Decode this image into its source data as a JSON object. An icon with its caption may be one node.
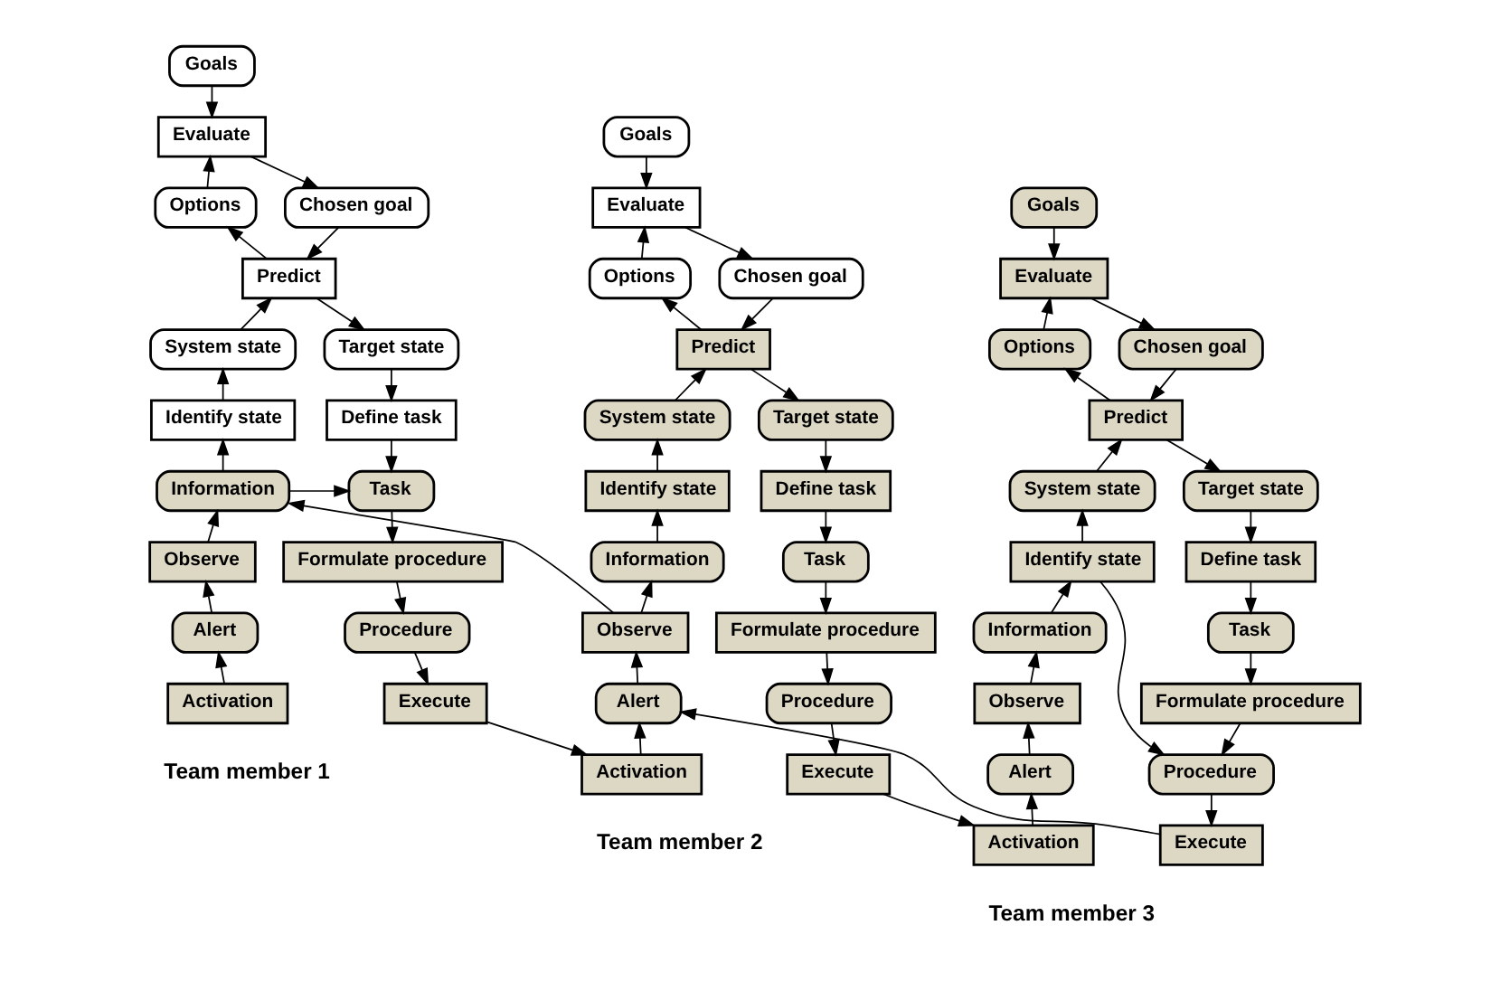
{
  "diagram": {
    "nodes": [
      {
        "text": [
          "Goals"
        ]
      },
      {
        "text": [
          "Evaluate"
        ]
      },
      {
        "text": [
          "Options"
        ]
      },
      {
        "text": [
          "Chosen goal"
        ]
      },
      {
        "text": [
          "Predict"
        ]
      },
      {
        "text": [
          "System state"
        ]
      },
      {
        "text": [
          "Target state"
        ]
      },
      {
        "text": [
          "Identify state"
        ]
      },
      {
        "text": [
          "Define task"
        ]
      },
      {
        "text": [
          "Information"
        ]
      },
      {
        "text": [
          "Task"
        ]
      },
      {
        "text": [
          "Observe"
        ]
      },
      {
        "text": [
          "Formulate procedure"
        ]
      },
      {
        "text": [
          "Alert"
        ]
      },
      {
        "text": [
          "Procedure"
        ]
      },
      {
        "text": [
          "Activation"
        ]
      },
      {
        "text": [
          "Execute"
        ]
      },
      {
        "text": [
          "Goals"
        ]
      },
      {
        "text": [
          "Evaluate"
        ]
      },
      {
        "text": [
          "Options"
        ]
      },
      {
        "text": [
          "Chosen goal"
        ]
      },
      {
        "text": [
          "Predict"
        ]
      },
      {
        "text": [
          "System state"
        ]
      },
      {
        "text": [
          "Target state"
        ]
      },
      {
        "text": [
          "Identify state"
        ]
      },
      {
        "text": [
          "Define task"
        ]
      },
      {
        "text": [
          "Information"
        ]
      },
      {
        "text": [
          "Task"
        ]
      },
      {
        "text": [
          "Observe"
        ]
      },
      {
        "text": [
          "Formulate procedure"
        ]
      },
      {
        "text": [
          "Alert"
        ]
      },
      {
        "text": [
          "Procedure"
        ]
      },
      {
        "text": [
          "Activation"
        ]
      },
      {
        "text": [
          "Execute"
        ]
      },
      {
        "text": [
          "Goals"
        ]
      },
      {
        "text": [
          "Evaluate"
        ]
      },
      {
        "text": [
          "Options"
        ]
      },
      {
        "text": [
          "Chosen goal"
        ]
      },
      {
        "text": [
          "Predict"
        ]
      },
      {
        "text": [
          "System state"
        ]
      },
      {
        "text": [
          "Target state"
        ]
      },
      {
        "text": [
          "Identify state"
        ]
      },
      {
        "text": [
          "Define task"
        ]
      },
      {
        "text": [
          "Information"
        ]
      },
      {
        "text": [
          "Task"
        ]
      },
      {
        "text": [
          "Observe"
        ]
      },
      {
        "text": [
          "Formulate procedure"
        ]
      },
      {
        "text": [
          "Alert"
        ]
      },
      {
        "text": [
          "Procedure"
        ]
      },
      {
        "text": [
          "Activation"
        ]
      },
      {
        "text": [
          "Execute"
        ]
      }
    ],
    "edges": [
      {
        "from": 0,
        "to": 1,
        "arrow": "to"
      },
      {
        "from": 2,
        "to": 1,
        "arrow": "to"
      },
      {
        "from": 1,
        "to": 3,
        "arrow": "to"
      },
      {
        "from": 3,
        "to": 4,
        "arrow": "to"
      },
      {
        "from": 4,
        "to": 2,
        "arrow": "to"
      },
      {
        "from": 5,
        "to": 4,
        "arrow": "to"
      },
      {
        "from": 4,
        "to": 6,
        "arrow": "to"
      },
      {
        "from": 7,
        "to": 5,
        "arrow": "to"
      },
      {
        "from": 6,
        "to": 8,
        "arrow": "to"
      },
      {
        "from": 9,
        "to": 7,
        "arrow": "to"
      },
      {
        "from": 8,
        "to": 10,
        "arrow": "to"
      },
      {
        "from": 9,
        "to": 10,
        "arrow": "to"
      },
      {
        "from": 11,
        "to": 9,
        "arrow": "to"
      },
      {
        "from": 10,
        "to": 12,
        "arrow": "to"
      },
      {
        "from": 13,
        "to": 11,
        "arrow": "to"
      },
      {
        "from": 12,
        "to": 14,
        "arrow": "to"
      },
      {
        "from": 15,
        "to": 13,
        "arrow": "to"
      },
      {
        "from": 14,
        "to": 16,
        "arrow": "to"
      },
      {
        "from": 17,
        "to": 18,
        "arrow": "to"
      },
      {
        "from": 19,
        "to": 18,
        "arrow": "to"
      },
      {
        "from": 18,
        "to": 20,
        "arrow": "to"
      },
      {
        "from": 20,
        "to": 21,
        "arrow": "to"
      },
      {
        "from": 21,
        "to": 19,
        "arrow": "to"
      },
      {
        "from": 22,
        "to": 21,
        "arrow": "to"
      },
      {
        "from": 21,
        "to": 23,
        "arrow": "to"
      },
      {
        "from": 24,
        "to": 22,
        "arrow": "to"
      },
      {
        "from": 23,
        "to": 25,
        "arrow": "to"
      },
      {
        "from": 26,
        "to": 24,
        "arrow": "to"
      },
      {
        "from": 25,
        "to": 27,
        "arrow": "to"
      },
      {
        "from": 28,
        "to": 26,
        "arrow": "to"
      },
      {
        "from": 27,
        "to": 29,
        "arrow": "to"
      },
      {
        "from": 30,
        "to": 28,
        "arrow": "to"
      },
      {
        "from": 29,
        "to": 31,
        "arrow": "to"
      },
      {
        "from": 32,
        "to": 30,
        "arrow": "to"
      },
      {
        "from": 31,
        "to": 33,
        "arrow": "to"
      },
      {
        "from": 34,
        "to": 35,
        "arrow": "to"
      },
      {
        "from": 36,
        "to": 35,
        "arrow": "to"
      },
      {
        "from": 35,
        "to": 37,
        "arrow": "to"
      },
      {
        "from": 37,
        "to": 38,
        "arrow": "to"
      },
      {
        "from": 38,
        "to": 36,
        "arrow": "to"
      },
      {
        "from": 39,
        "to": 38,
        "arrow": "to"
      },
      {
        "from": 38,
        "to": 40,
        "arrow": "to"
      },
      {
        "from": 41,
        "to": 39,
        "arrow": "to"
      },
      {
        "from": 40,
        "to": 42,
        "arrow": "to"
      },
      {
        "from": 43,
        "to": 41,
        "arrow": "to"
      },
      {
        "from": 42,
        "to": 44,
        "arrow": "to"
      },
      {
        "from": 41,
        "to": 48,
        "arrow": "to"
      },
      {
        "from": 45,
        "to": 43,
        "arrow": "to"
      },
      {
        "from": 44,
        "to": 46,
        "arrow": "to"
      },
      {
        "from": 47,
        "to": 45,
        "arrow": "to"
      },
      {
        "from": 46,
        "to": 48,
        "arrow": "to"
      },
      {
        "from": 49,
        "to": 47,
        "arrow": "to"
      },
      {
        "from": 48,
        "to": 50,
        "arrow": "to"
      },
      {
        "from": 16,
        "to": 32,
        "arrow": "to"
      },
      {
        "from": 28,
        "to": 9,
        "arrow": "to"
      },
      {
        "from": 33,
        "to": 49,
        "arrow": "to"
      },
      {
        "from": 50,
        "to": 30,
        "arrow": "to"
      }
    ],
    "labels": [
      "Team member 1",
      "Team member 2",
      "Team member 3"
    ]
  }
}
